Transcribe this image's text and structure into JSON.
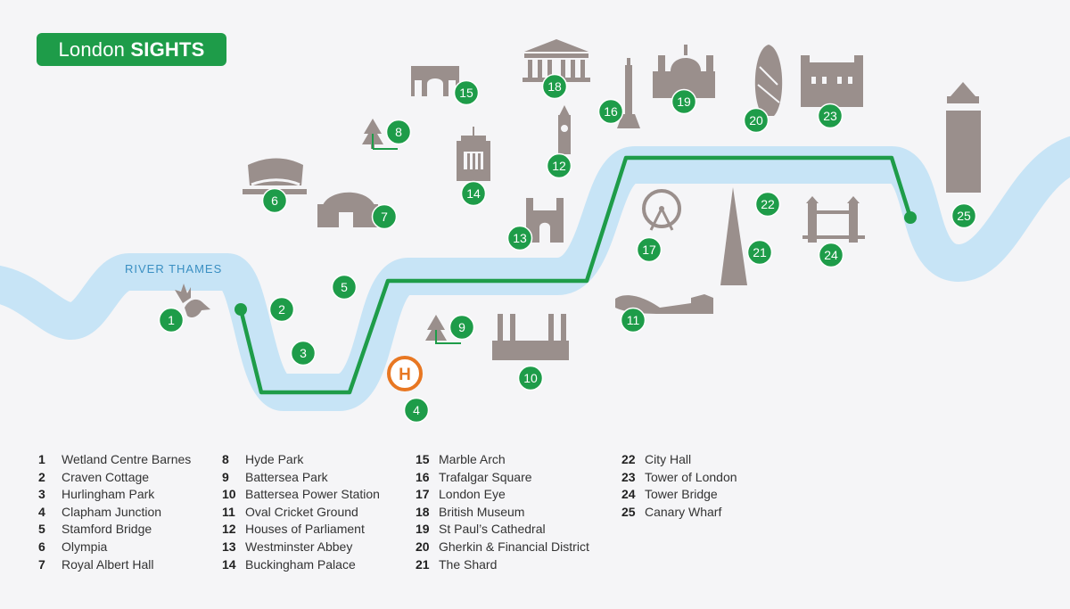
{
  "title": {
    "regular": "London",
    "bold": "SIGHTS"
  },
  "river_label": "RIVER THAMES",
  "colors": {
    "green": "#1e9c49",
    "river": "#c7e4f6",
    "river_text": "#3a8fc2",
    "building": "#9a8f8c",
    "heliport": "#e87722",
    "background": "#f5f5f7"
  },
  "heliport_letter": "H",
  "sights": [
    {
      "n": "1",
      "name": "Wetland Centre Barnes"
    },
    {
      "n": "2",
      "name": "Craven Cottage"
    },
    {
      "n": "3",
      "name": "Hurlingham Park"
    },
    {
      "n": "4",
      "name": "Clapham Junction"
    },
    {
      "n": "5",
      "name": "Stamford Bridge"
    },
    {
      "n": "6",
      "name": "Olympia"
    },
    {
      "n": "7",
      "name": "Royal Albert Hall"
    },
    {
      "n": "8",
      "name": "Hyde Park"
    },
    {
      "n": "9",
      "name": "Battersea Park"
    },
    {
      "n": "10",
      "name": "Battersea Power Station"
    },
    {
      "n": "11",
      "name": "Oval Cricket Ground"
    },
    {
      "n": "12",
      "name": "Houses of Parliament"
    },
    {
      "n": "13",
      "name": "Westminster Abbey"
    },
    {
      "n": "14",
      "name": "Buckingham Palace"
    },
    {
      "n": "15",
      "name": "Marble Arch"
    },
    {
      "n": "16",
      "name": "Trafalgar Square"
    },
    {
      "n": "17",
      "name": "London Eye"
    },
    {
      "n": "18",
      "name": "British Museum"
    },
    {
      "n": "19",
      "name": "St Paul’s Cathedral"
    },
    {
      "n": "20",
      "name": "Gherkin & Financial District"
    },
    {
      "n": "21",
      "name": "The Shard"
    },
    {
      "n": "22",
      "name": "City Hall"
    },
    {
      "n": "23",
      "name": "Tower of London"
    },
    {
      "n": "24",
      "name": "Tower Bridge"
    },
    {
      "n": "25",
      "name": "Canary Wharf"
    }
  ]
}
